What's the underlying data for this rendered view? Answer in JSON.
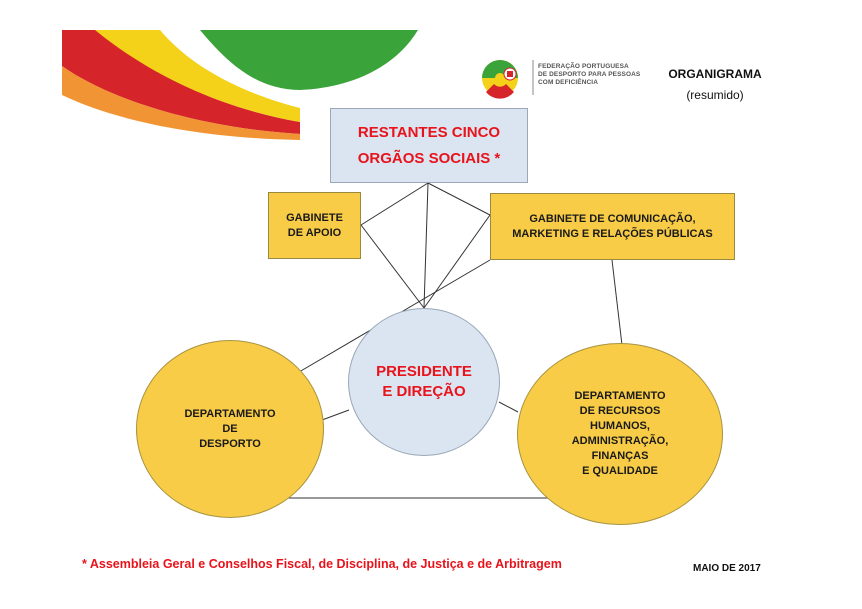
{
  "header": {
    "org_name_line1": "FEDERAÇÃO PORTUGUESA",
    "org_name_line2": "DE DESPORTO PARA PESSOAS",
    "org_name_line3": "COM DEFICIÊNCIA",
    "title": "ORGANIGRAMA",
    "subtitle": "(resumido)"
  },
  "nodes": {
    "orgaos_line1": "RESTANTES CINCO",
    "orgaos_line2": "ORGÃOS SOCIAIS *",
    "gabinete_apoio_line1": "GABINETE",
    "gabinete_apoio_line2": "DE APOIO",
    "gabinete_com_line1": "GABINETE DE COMUNICAÇÃO,",
    "gabinete_com_line2": "MARKETING E RELAÇÕES PÚBLICAS",
    "presidente_line1": "PRESIDENTE",
    "presidente_line2": "E DIREÇÃO",
    "desporto_line1": "DEPARTAMENTO",
    "desporto_line2": "DE",
    "desporto_line3": "DESPORTO",
    "rh_line1": "DEPARTAMENTO",
    "rh_line2": "DE RECURSOS",
    "rh_line3": "HUMANOS,",
    "rh_line4": "ADMINISTRAÇÃO,",
    "rh_line5": "FINANÇAS",
    "rh_line6": "E QUALIDADE"
  },
  "footer": {
    "footnote": "* Assembleia Geral e Conselhos Fiscal, de Disciplina, de Justiça e de Arbitragem",
    "date": "MAIO DE 2017"
  },
  "colors": {
    "accent_red": "#e8131b",
    "node_yellow": "#f8cc46",
    "node_blue": "#dbe4f1",
    "deco_green": "#3aa33a",
    "deco_red": "#d6252a"
  }
}
